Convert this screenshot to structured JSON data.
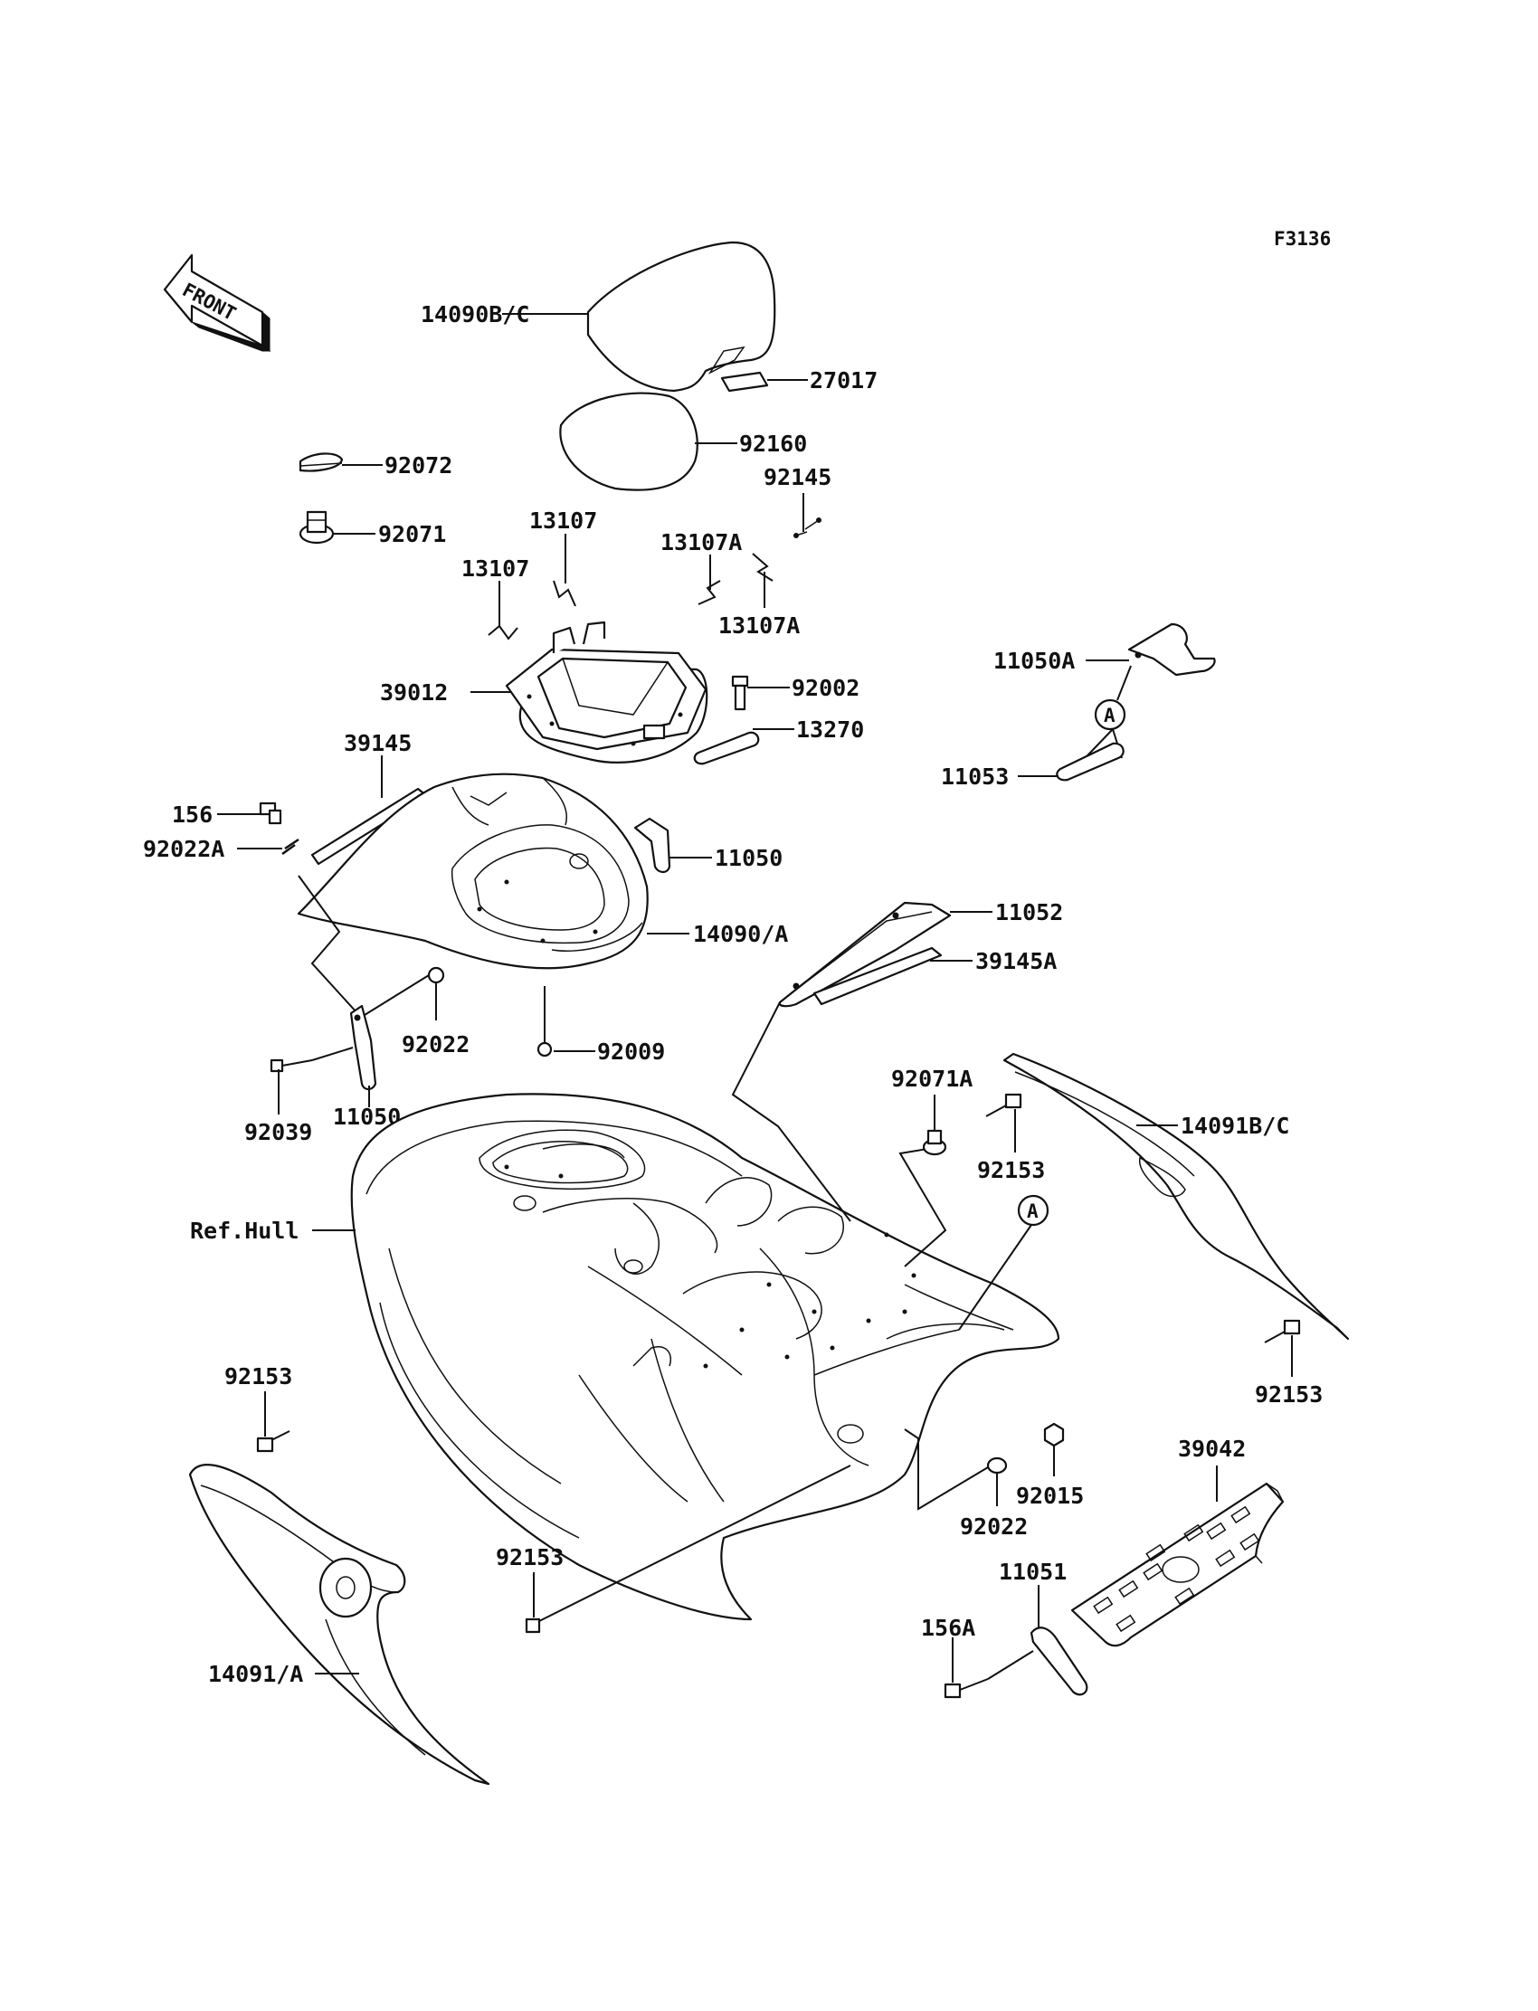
{
  "figure_id": "F3136",
  "front_arrow_text": "FRONT",
  "callout_letter": "A",
  "labels": {
    "p14090bc": "14090B/C",
    "p27017": "27017",
    "p92160": "92160",
    "p92072": "92072",
    "p92071": "92071",
    "p92145": "92145",
    "p13107_top": "13107",
    "p13107_left": "13107",
    "p13107a_top": "13107A",
    "p13107a_bot": "13107A",
    "p11050a": "11050A",
    "p39012": "39012",
    "p92002": "92002",
    "p13270": "13270",
    "p11053": "11053",
    "p39145": "39145",
    "p156": "156",
    "p92022a": "92022A",
    "p11050_right": "11050",
    "p11052": "11052",
    "p14090a": "14090/A",
    "p39145a": "39145A",
    "p92022_left": "92022",
    "p92009": "92009",
    "p92039": "92039",
    "p11050_left": "11050",
    "p92071a": "92071A",
    "p14091bc": "14091B/C",
    "p92153_mid": "92153",
    "ref_hull": "Ref.Hull",
    "p92153_right": "92153",
    "p92153_left": "92153",
    "p39042": "39042",
    "p92015": "92015",
    "p92022_bot": "92022",
    "p11051": "11051",
    "p92153_bot": "92153",
    "p156a": "156A",
    "p14091a": "14091/A"
  }
}
